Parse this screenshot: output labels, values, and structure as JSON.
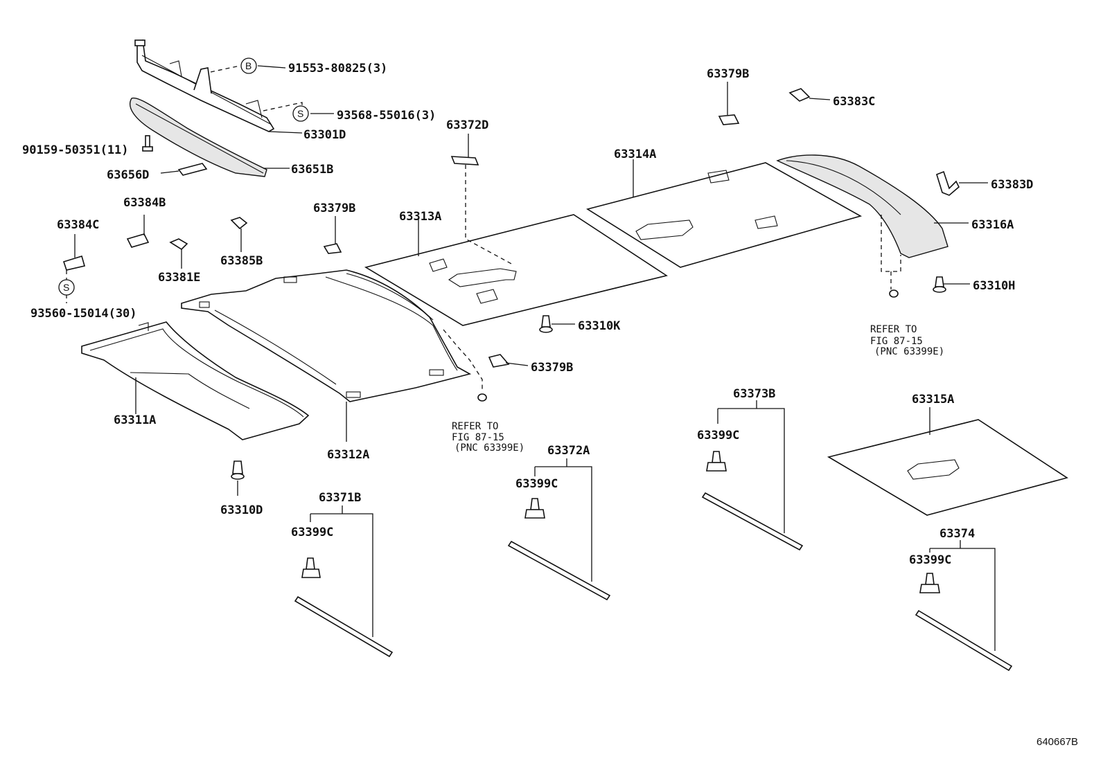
{
  "callouts": {
    "p_91553": "91553-80825(3)",
    "p_93568": "93568-55016(3)",
    "p_63301D": "63301D",
    "p_90159": "90159-50351(11)",
    "p_63651B": "63651B",
    "p_63656D": "63656D",
    "p_63384B": "63384B",
    "p_63384C": "63384C",
    "p_63381E": "63381E",
    "p_63385B": "63385B",
    "p_63379B_a": "63379B",
    "p_93560": "93560-15014(30)",
    "p_63372D": "63372D",
    "p_63313A": "63313A",
    "p_63379B_top": "63379B",
    "p_63383C": "63383C",
    "p_63314A": "63314A",
    "p_63383D": "63383D",
    "p_63316A": "63316A",
    "p_63310H": "63310H",
    "p_63310K": "63310K",
    "p_63379B_b": "63379B",
    "p_63311A": "63311A",
    "p_63312A": "63312A",
    "p_63310D": "63310D",
    "p_63371B": "63371B",
    "p_63399C_1": "63399C",
    "p_63372A": "63372A",
    "p_63399C_2": "63399C",
    "p_63373B": "63373B",
    "p_63399C_3": "63399C",
    "p_63315A": "63315A",
    "p_63374": "63374",
    "p_63399C_4": "63399C"
  },
  "symbols": {
    "b_mark": "B",
    "s_mark_1": "S",
    "s_mark_2": "S"
  },
  "refer_left": {
    "line1": "REFER TO",
    "line2": "FIG 87-15",
    "line3": "(PNC 63399E)"
  },
  "refer_right": {
    "line1": "REFER TO",
    "line2": "FIG 87-15",
    "line3": "(PNC 63399E)"
  },
  "figure_id": "640667B"
}
